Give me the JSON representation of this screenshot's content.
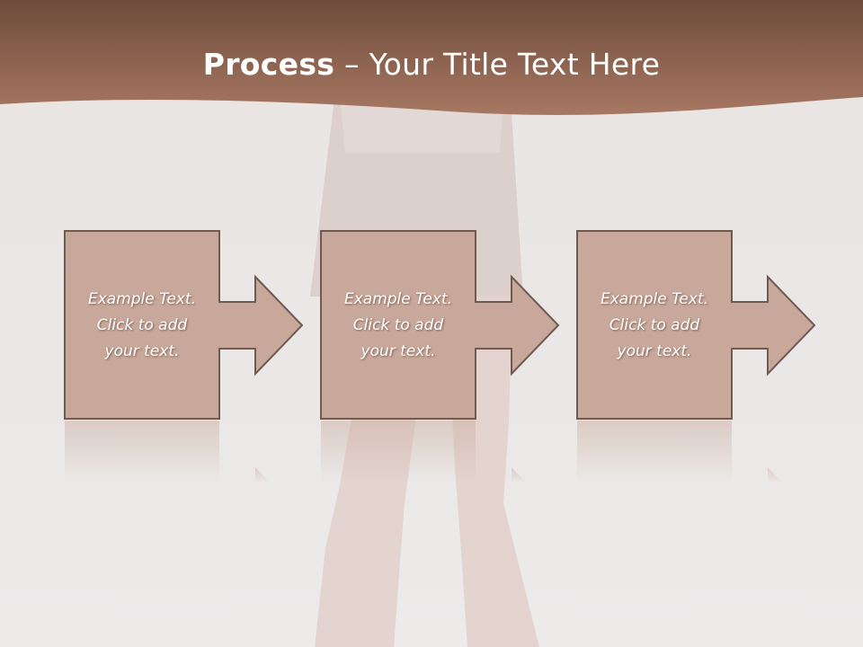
{
  "title": {
    "bold": "Process",
    "rest": " – Your Title Text Here"
  },
  "colors": {
    "header_dark": "#6e4b3b",
    "header_light": "#a77862",
    "box_fill": "#c8a89a",
    "box_stroke": "#6f5a52",
    "background": "#ebe8e6"
  },
  "steps": [
    {
      "lines": [
        "Example Text.",
        "Click  to add",
        "your text."
      ]
    },
    {
      "lines": [
        "Example Text.",
        "Click  to add",
        "your text."
      ]
    },
    {
      "lines": [
        "Example Text.",
        "Click  to add",
        "your text."
      ]
    }
  ]
}
